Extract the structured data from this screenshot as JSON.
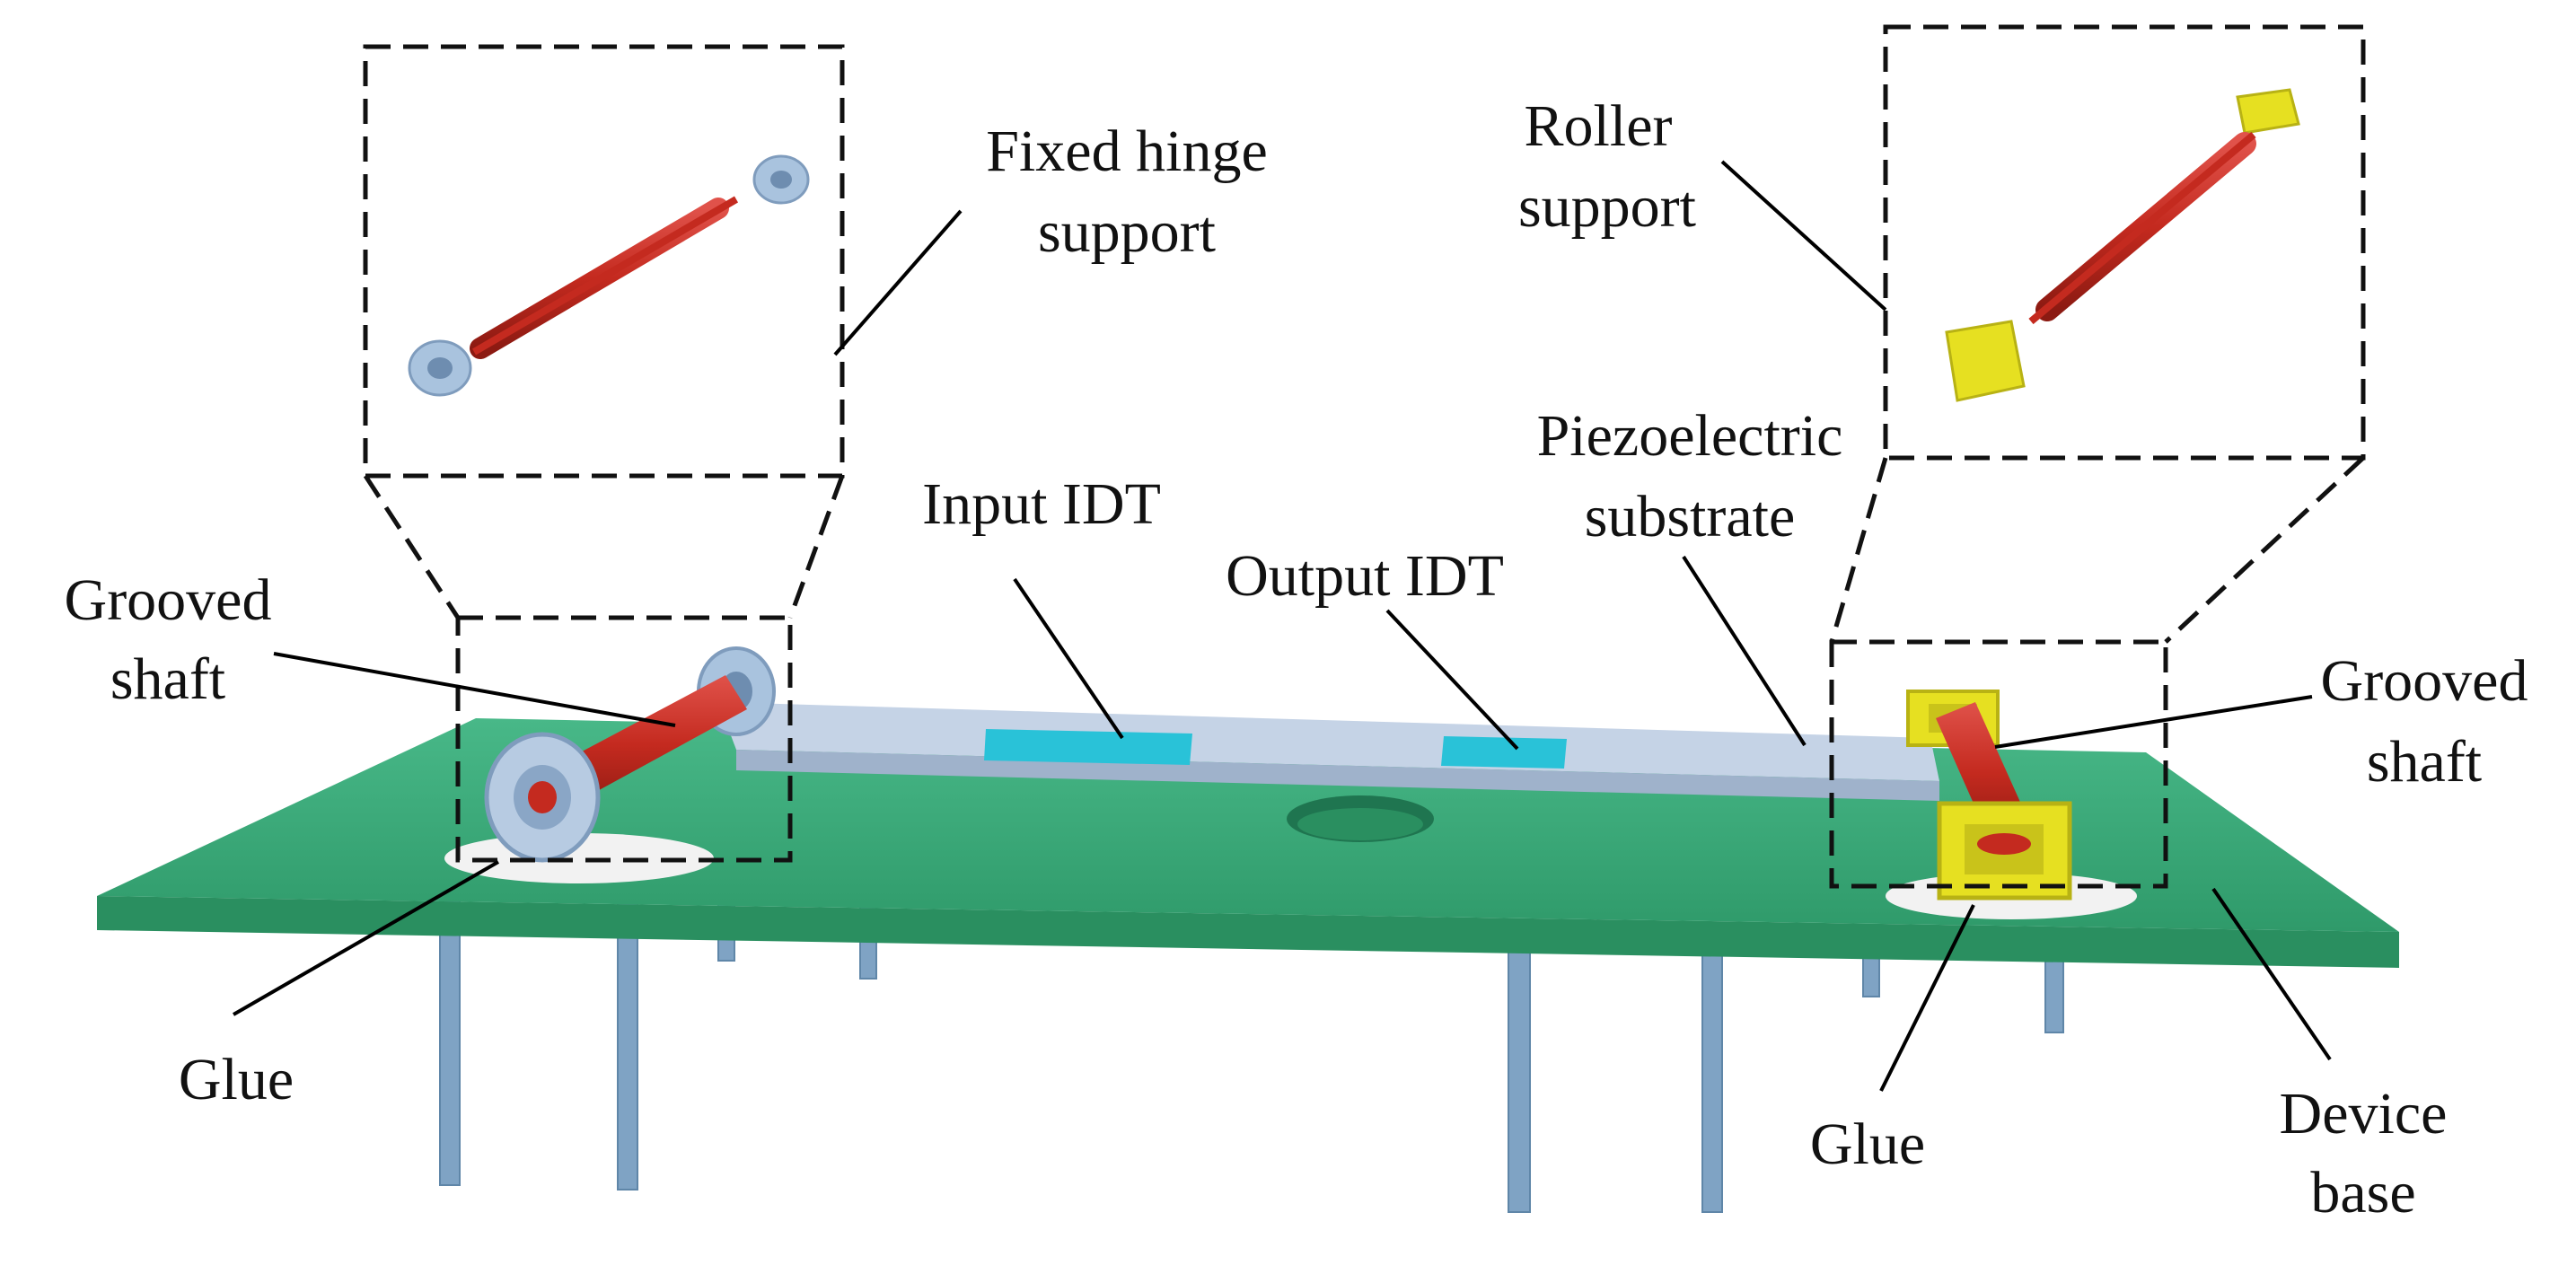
{
  "labels": {
    "fixed_hinge_support": [
      "Fixed hinge",
      "support"
    ],
    "roller_support": [
      "Roller",
      "support"
    ],
    "input_idt": "Input IDT",
    "output_idt": "Output IDT",
    "piezoelectric_substrate": [
      "Piezoelectric",
      "substrate"
    ],
    "grooved_shaft_left": [
      "Grooved",
      "shaft"
    ],
    "grooved_shaft_right": [
      "Grooved",
      "shaft"
    ],
    "glue_left": "Glue",
    "glue_right": "Glue",
    "device_base": [
      "Device",
      "base"
    ]
  },
  "colors": {
    "device_base": "#3fae7e",
    "device_base_side": "#2f8f63",
    "substrate": "#c5d3e6",
    "idt": "#29c2d8",
    "shaft": "#c42a1f",
    "hinge_support": "#a9c3de",
    "roller_support": "#e6e021",
    "legs": "#7fa3c4",
    "glue": "#f2f2f2"
  }
}
